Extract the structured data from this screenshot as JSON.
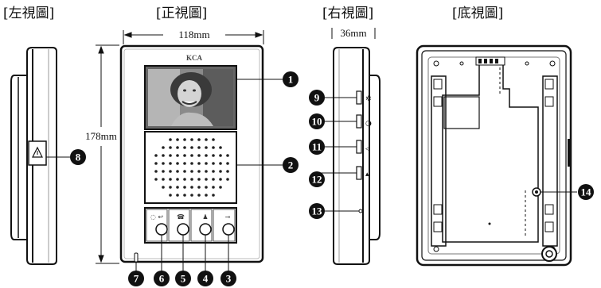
{
  "views": {
    "left": "[左視圖]",
    "front": "[正視圖]",
    "right": "[右視圖]",
    "bottom": "[底視圖]"
  },
  "dimensions": {
    "width": "118mm",
    "height": "178mm",
    "depth": "36mm"
  },
  "brand": "KCA",
  "callouts": {
    "c1": "1",
    "c2": "2",
    "c3": "3",
    "c4": "4",
    "c5": "5",
    "c6": "6",
    "c7": "7",
    "c8": "8",
    "c9": "9",
    "c10": "10",
    "c11": "11",
    "c12": "12",
    "c13": "13",
    "c14": "14"
  },
  "icons": {
    "screen": "screen-photo",
    "buttons": [
      "monitor-icon",
      "intercom-icon",
      "user-icon",
      "unlock-icon"
    ],
    "side_button": "warning-triangle-icon"
  },
  "colors": {
    "frame": "#1a1a1a",
    "callout": "#111111",
    "accent": "#e8e8e8"
  }
}
